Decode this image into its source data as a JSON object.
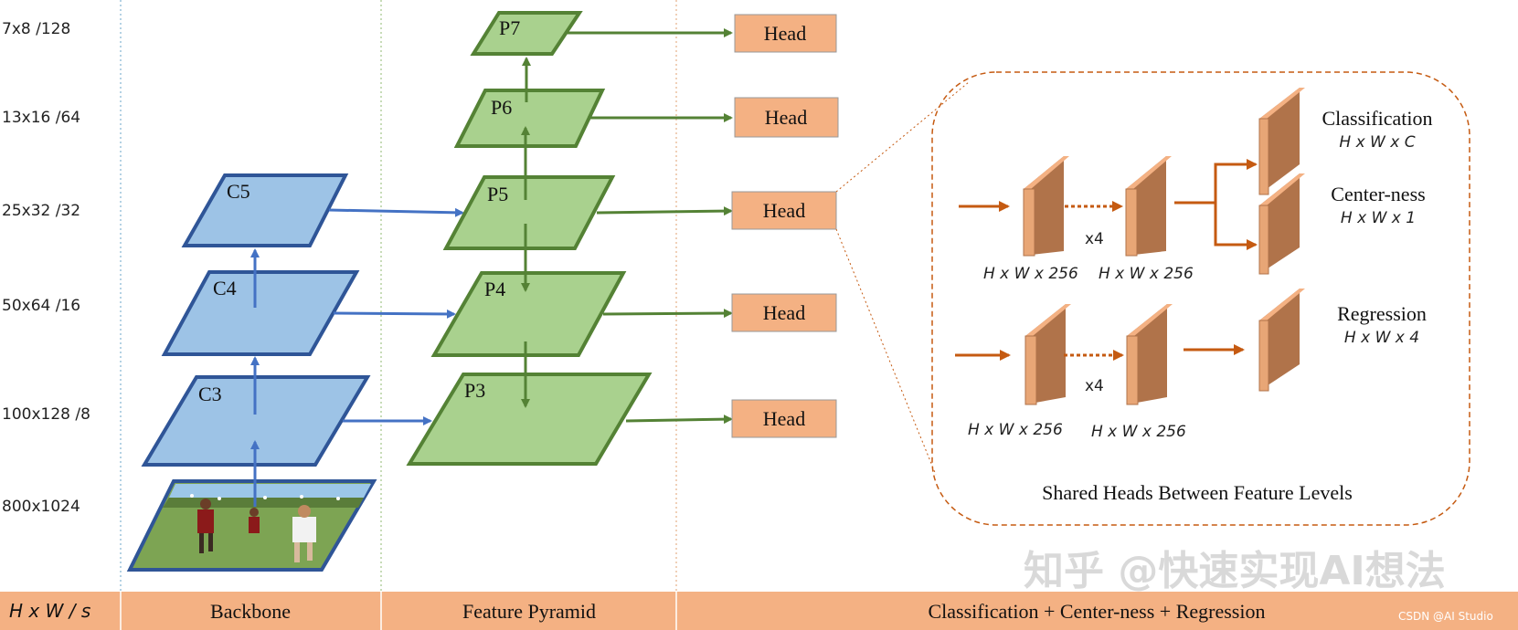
{
  "size_column": {
    "rows": [
      "7x8  /128",
      "13x16  /64",
      "25x32  /32",
      "50x64  /16",
      "100x128  /8",
      "800x1024"
    ]
  },
  "backbone": {
    "levels": [
      "C5",
      "C4",
      "C3"
    ]
  },
  "pyramid": {
    "levels": [
      "P7",
      "P6",
      "P5",
      "P4",
      "P3"
    ]
  },
  "heads": {
    "label": "Head"
  },
  "shared_head": {
    "classification_label": "Classification",
    "classification_dim": "H x W x C",
    "centerness_label": "Center-ness",
    "centerness_dim": "H x W x 1",
    "regression_label": "Regression",
    "regression_dim": "H x W x 4",
    "feat_dim": "H x W x 256",
    "repeat": "x4",
    "caption": "Shared Heads Between Feature Levels"
  },
  "bottom_bar": {
    "col1": "H x W  / s",
    "col2": "Backbone",
    "col3": "Feature Pyramid",
    "col4": "Classification + Center-ness + Regression"
  },
  "watermark": {
    "main": "知乎 @快速实现AI想法",
    "small": "CSDN @AI Studio"
  },
  "colors": {
    "backbone_fill": "#9dc3e6",
    "backbone_stroke": "#2f5597",
    "backbone_arrow": "#4472c4",
    "pyramid_fill": "#a9d18e",
    "pyramid_stroke": "#548235",
    "head_fill": "#f4b183",
    "block_fill": "#c9875a",
    "shared_arrow": "#c55a11",
    "bar_fill": "#f4b183"
  }
}
